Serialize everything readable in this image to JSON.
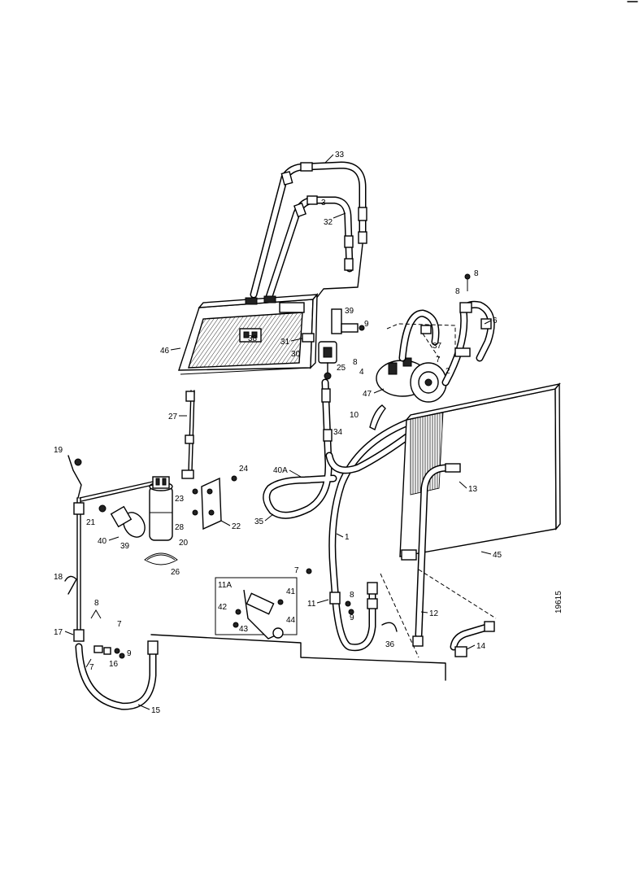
{
  "diagram": {
    "ref_number": "19615",
    "labels": [
      {
        "id": "l33",
        "text": "33"
      },
      {
        "id": "l32",
        "text": "32"
      },
      {
        "id": "l3",
        "text": "3"
      },
      {
        "id": "l39",
        "text": "39"
      },
      {
        "id": "l9a",
        "text": "9"
      },
      {
        "id": "l38",
        "text": "38"
      },
      {
        "id": "l31",
        "text": "31"
      },
      {
        "id": "l30",
        "text": "30"
      },
      {
        "id": "l46",
        "text": "46"
      },
      {
        "id": "l25",
        "text": "25"
      },
      {
        "id": "l27",
        "text": "27"
      },
      {
        "id": "l34",
        "text": "34"
      },
      {
        "id": "l35",
        "text": "35"
      },
      {
        "id": "l40a",
        "text": "40A"
      },
      {
        "id": "l8a",
        "text": "8"
      },
      {
        "id": "l8b",
        "text": "8"
      },
      {
        "id": "l6",
        "text": "6"
      },
      {
        "id": "l37",
        "text": "37"
      },
      {
        "id": "l7a",
        "text": "7"
      },
      {
        "id": "l2",
        "text": "2"
      },
      {
        "id": "l8c",
        "text": "8"
      },
      {
        "id": "l4",
        "text": "4"
      },
      {
        "id": "l47",
        "text": "47"
      },
      {
        "id": "l10",
        "text": "10"
      },
      {
        "id": "l13",
        "text": "13"
      },
      {
        "id": "l45",
        "text": "45"
      },
      {
        "id": "l1",
        "text": "1"
      },
      {
        "id": "l19",
        "text": "19"
      },
      {
        "id": "l24",
        "text": "24"
      },
      {
        "id": "l23",
        "text": "23"
      },
      {
        "id": "l28",
        "text": "28"
      },
      {
        "id": "l22",
        "text": "22"
      },
      {
        "id": "l21",
        "text": "21"
      },
      {
        "id": "l40",
        "text": "40"
      },
      {
        "id": "l39b",
        "text": "39"
      },
      {
        "id": "l20",
        "text": "20"
      },
      {
        "id": "l26",
        "text": "26"
      },
      {
        "id": "l18",
        "text": "18"
      },
      {
        "id": "l11a",
        "text": "11A"
      },
      {
        "id": "l41",
        "text": "41"
      },
      {
        "id": "l42",
        "text": "42"
      },
      {
        "id": "l43",
        "text": "43"
      },
      {
        "id": "l44",
        "text": "44"
      },
      {
        "id": "l7b",
        "text": "7"
      },
      {
        "id": "l11",
        "text": "11"
      },
      {
        "id": "l8d",
        "text": "8"
      },
      {
        "id": "l9b",
        "text": "9"
      },
      {
        "id": "l12",
        "text": "12"
      },
      {
        "id": "l36",
        "text": "36"
      },
      {
        "id": "l14",
        "text": "14"
      },
      {
        "id": "l8e",
        "text": "8"
      },
      {
        "id": "l17",
        "text": "17"
      },
      {
        "id": "l7c",
        "text": "7"
      },
      {
        "id": "l7d",
        "text": "7"
      },
      {
        "id": "l16",
        "text": "16"
      },
      {
        "id": "l9c",
        "text": "9"
      },
      {
        "id": "l15",
        "text": "15"
      }
    ]
  }
}
